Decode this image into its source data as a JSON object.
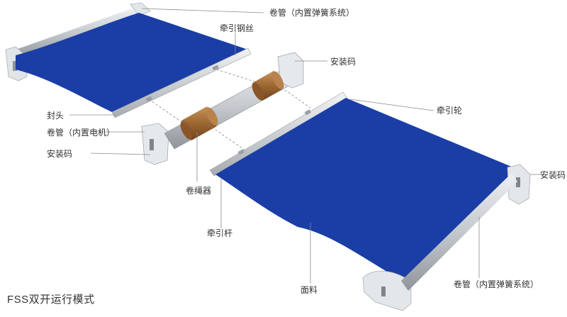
{
  "colors": {
    "fabric": "#1a3ea6",
    "metal": "#d4d8dc",
    "rail": "#b9bec3",
    "tube": "#c9ced3",
    "rope_drum": "#a06d3a",
    "leader": "#8a8a8a"
  },
  "labels": {
    "tube_top": "卷管（内置弹簧系统）",
    "steel_wire": "牵引钢丝",
    "mount_code_top": "安装码",
    "traction_wheel": "牵引轮",
    "end_cap": "封头",
    "tube_motor": "卷管（内置电机）",
    "mount_code_left": "安装码",
    "mount_code_right": "安装码",
    "rope_winder": "卷绳器",
    "traction_rod": "牵引杆",
    "fabric": "面料",
    "tube_bottom": "卷管（内置弹簧系统）"
  },
  "caption": "FSS双开运行模式"
}
